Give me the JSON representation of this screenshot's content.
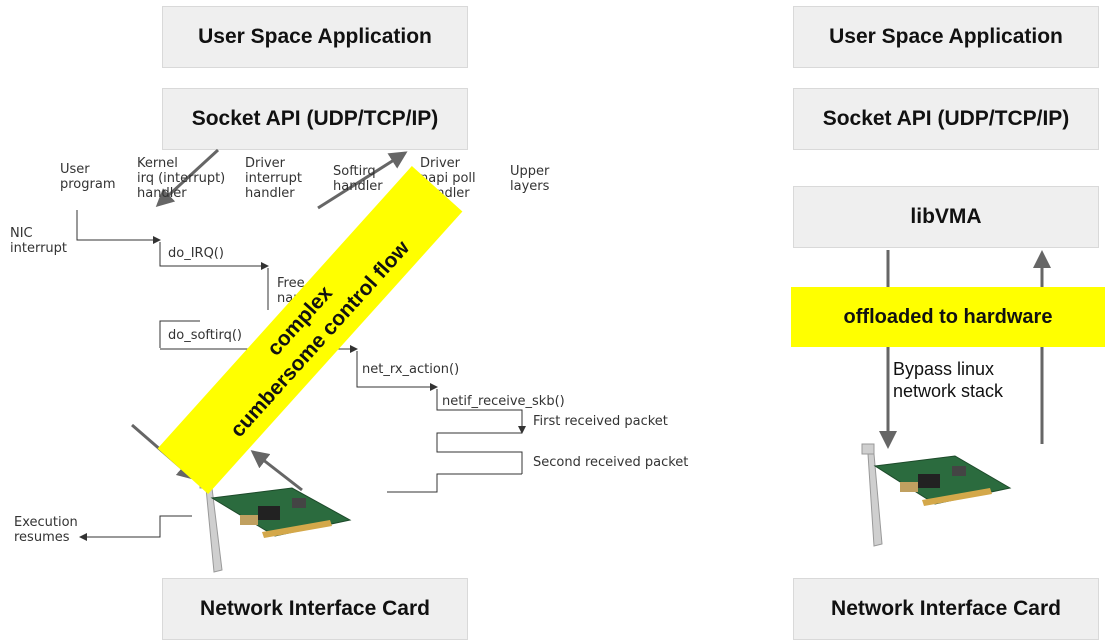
{
  "left": {
    "top_box": "User Space Application",
    "socket_box": "Socket API (UDP/TCP/IP)",
    "nic_box": "Network Interface Card",
    "columns": [
      "User\nprogram",
      "Kernel\nirq (interrupt)\nhandler",
      "Driver\ninterrupt\nhandler",
      "Softirq\nhandler",
      "Driver\nnapi poll\nhandler",
      "Upper\nlayers"
    ],
    "nic_interrupt": "NIC\ninterrupt",
    "steps": {
      "do_irq": "do_IRQ()",
      "free": "Free c\nnap",
      "do_softirq": "do_softirq()",
      "net_rx": "net_rx_action()",
      "netif": "netif_receive_skb()",
      "first": "First received packet",
      "second": "Second received packet"
    },
    "execution": "Execution\nresumes",
    "banner_line1": "complex",
    "banner_line2": "cumbersome control flow"
  },
  "right": {
    "top_box": "User Space Application",
    "socket_box": "Socket API (UDP/TCP/IP)",
    "libvma_box": "libVMA",
    "offload_label": "offloaded to hardware",
    "bypass_label": "Bypass linux\nnetwork stack",
    "nic_box": "Network Interface Card"
  },
  "colors": {
    "highlight": "#ffff00",
    "box_fill": "#efefef",
    "arrow": "#666666"
  }
}
